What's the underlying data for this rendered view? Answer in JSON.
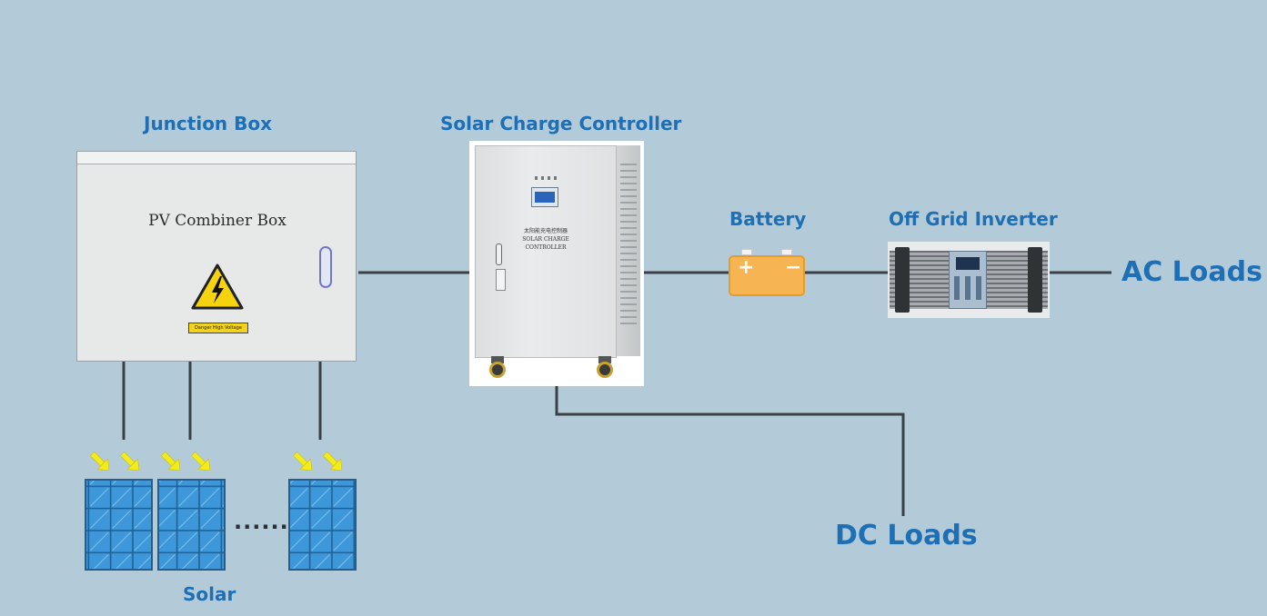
{
  "labels": {
    "junction_box": "Junction Box",
    "combiner_box": "PV Combiner Box",
    "danger_plate": "Danger High Voltage",
    "solar_charge_controller": "Solar Charge Controller",
    "controller_plate": "太阳能充电控制器\nSOLAR CHARGE CONTROLLER",
    "battery": "Battery",
    "battery_plus": "+",
    "battery_minus": "−",
    "off_grid_inverter": "Off Grid Inverter",
    "ac_loads": "AC Loads",
    "dc_loads": "DC Loads",
    "solar": "Solar",
    "panel_ellipsis": "......"
  },
  "colors": {
    "background": "#b3cbd9",
    "label_text": "#1f6fb5",
    "connector_line": "#3c4046",
    "panel_blue": "#3d97d8",
    "sun_arrow": "#f2ec1c",
    "battery_orange": "#f6b453"
  },
  "icons": [
    "warning-triangle-icon",
    "sun-ray-arrow-icon",
    "solar-panel-icon"
  ]
}
